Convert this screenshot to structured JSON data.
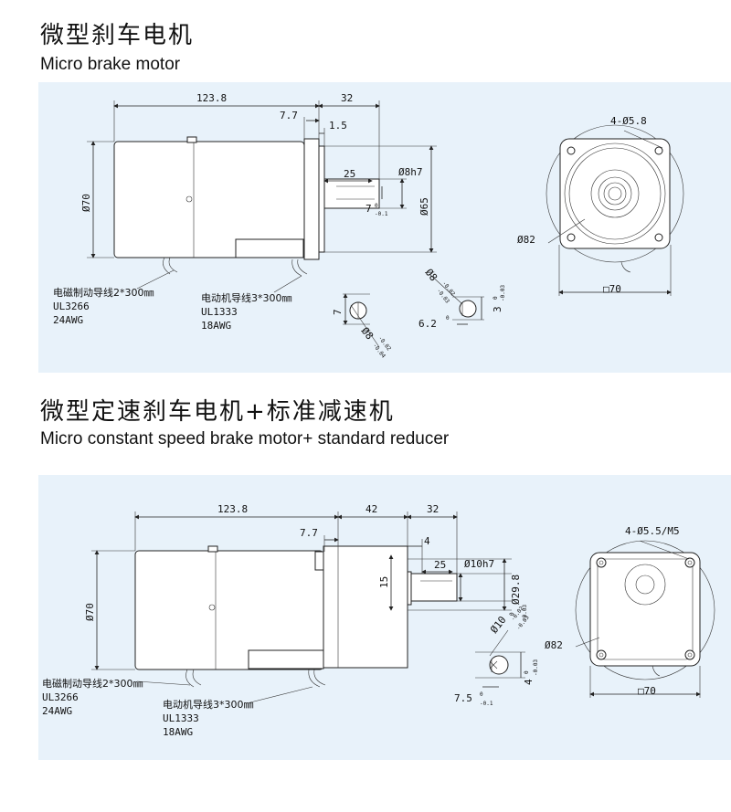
{
  "section1": {
    "title_cn": "微型刹车电机",
    "title_en": "Micro brake motor",
    "dims": {
      "len_main": "123.8",
      "len_shaft": "32",
      "d_7_7": "7.7",
      "d_1_5": "1.5",
      "d_25": "25",
      "d_shaft": "Ø8h7",
      "d_7": "7",
      "tol_0": "0",
      "tol_m01": "-0.1",
      "d_70": "Ø70",
      "d_65": "Ø65",
      "d_82": "Ø82",
      "holes": "4-Ø5.8",
      "square": "□70"
    },
    "wires": {
      "brake_cn": "电磁制动导线2*300㎜",
      "brake_ul": "UL3266",
      "brake_awg": "24AWG",
      "motor_cn": "电动机导线3*300㎜",
      "motor_ul": "UL1333",
      "motor_awg": "18AWG"
    },
    "key": {
      "d8a": "Ø8",
      "d8a_tol1": "-0.02",
      "d8a_tol2": "-0.03",
      "d8b": "Ø8",
      "d8b_tol1": "-0.02",
      "d8b_tol2": "-0.04",
      "d7": "7",
      "d6_2": "6.2",
      "d6_2_tol": "0",
      "d3": "3",
      "d3_tol1": "0",
      "d3_tol2": "-0.03"
    }
  },
  "section2": {
    "title_cn": "微型定速刹车电机+标准减速机",
    "title_en": "Micro constant speed brake motor+ standard reducer",
    "dims": {
      "len_main": "123.8",
      "len_gear": "42",
      "len_shaft": "32",
      "d_7_7": "7.7",
      "d_4": "4",
      "d_25": "25",
      "d_shaft": "Ø10h7",
      "d_15": "15",
      "d_29_8": "Ø29.8",
      "tol_0": "0",
      "tol_m003": "-0.03",
      "d_70": "Ø70",
      "d_82": "Ø82",
      "holes": "4-Ø5.5/M5",
      "square": "□70"
    },
    "wires": {
      "brake_cn": "电磁制动导线2*300㎜",
      "brake_ul": "UL3266",
      "brake_awg": "24AWG",
      "motor_cn": "电动机导线3*300㎜",
      "motor_ul": "UL1333",
      "motor_awg": "18AWG"
    },
    "key": {
      "d10": "Ø10",
      "d10_tol1": "-0.02",
      "d10_tol2": "-0.03",
      "d7_5": "7.5",
      "d7_5_tol1": "0",
      "d7_5_tol2": "-0.1",
      "d4": "4",
      "d4_tol1": "0",
      "d4_tol2": "-0.03"
    }
  }
}
